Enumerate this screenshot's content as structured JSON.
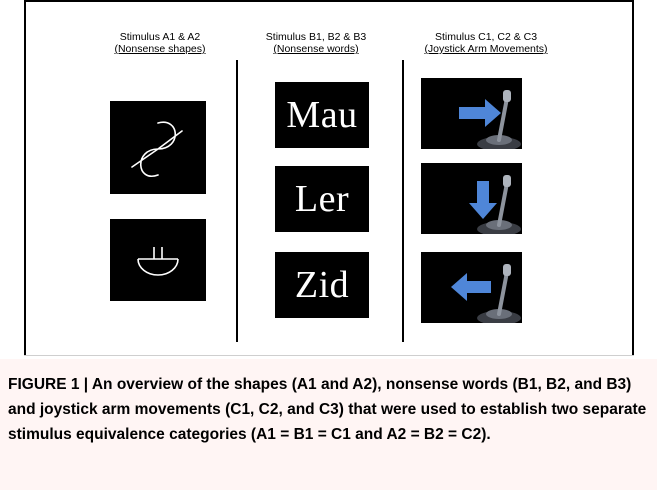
{
  "figure": {
    "columns": [
      {
        "title": "Stimulus A1 & A2",
        "subtitle": "(Nonsense shapes)"
      },
      {
        "title": "Stimulus B1, B2 & B3",
        "subtitle": "(Nonsense words)"
      },
      {
        "title": "Stimulus C1, C2 & C3",
        "subtitle": "(Joystick Arm Movements)"
      }
    ],
    "shapes": [
      {
        "icon": "figure-eight-shape-icon"
      },
      {
        "icon": "power-like-shape-icon"
      }
    ],
    "words": [
      "Mau",
      "Ler",
      "Zid"
    ],
    "joysticks": [
      {
        "icon": "right-arrow-icon",
        "direction": "right"
      },
      {
        "icon": "down-arrow-icon",
        "direction": "down"
      },
      {
        "icon": "left-arrow-icon",
        "direction": "left"
      }
    ]
  },
  "caption": {
    "label": "FIGURE 1 | ",
    "text": "An overview of the shapes (A1 and A2), nonsense words (B1, B2, and B3) and joystick arm movements (C1, C2, and C3) that were used to establish two separate stimulus equivalence categories (A1 = B1 = C1 and A2 = B2 = C2)."
  },
  "colors": {
    "panel": "#000000",
    "arrow": "#4f86d8",
    "caption_background": "#fff5f4"
  }
}
